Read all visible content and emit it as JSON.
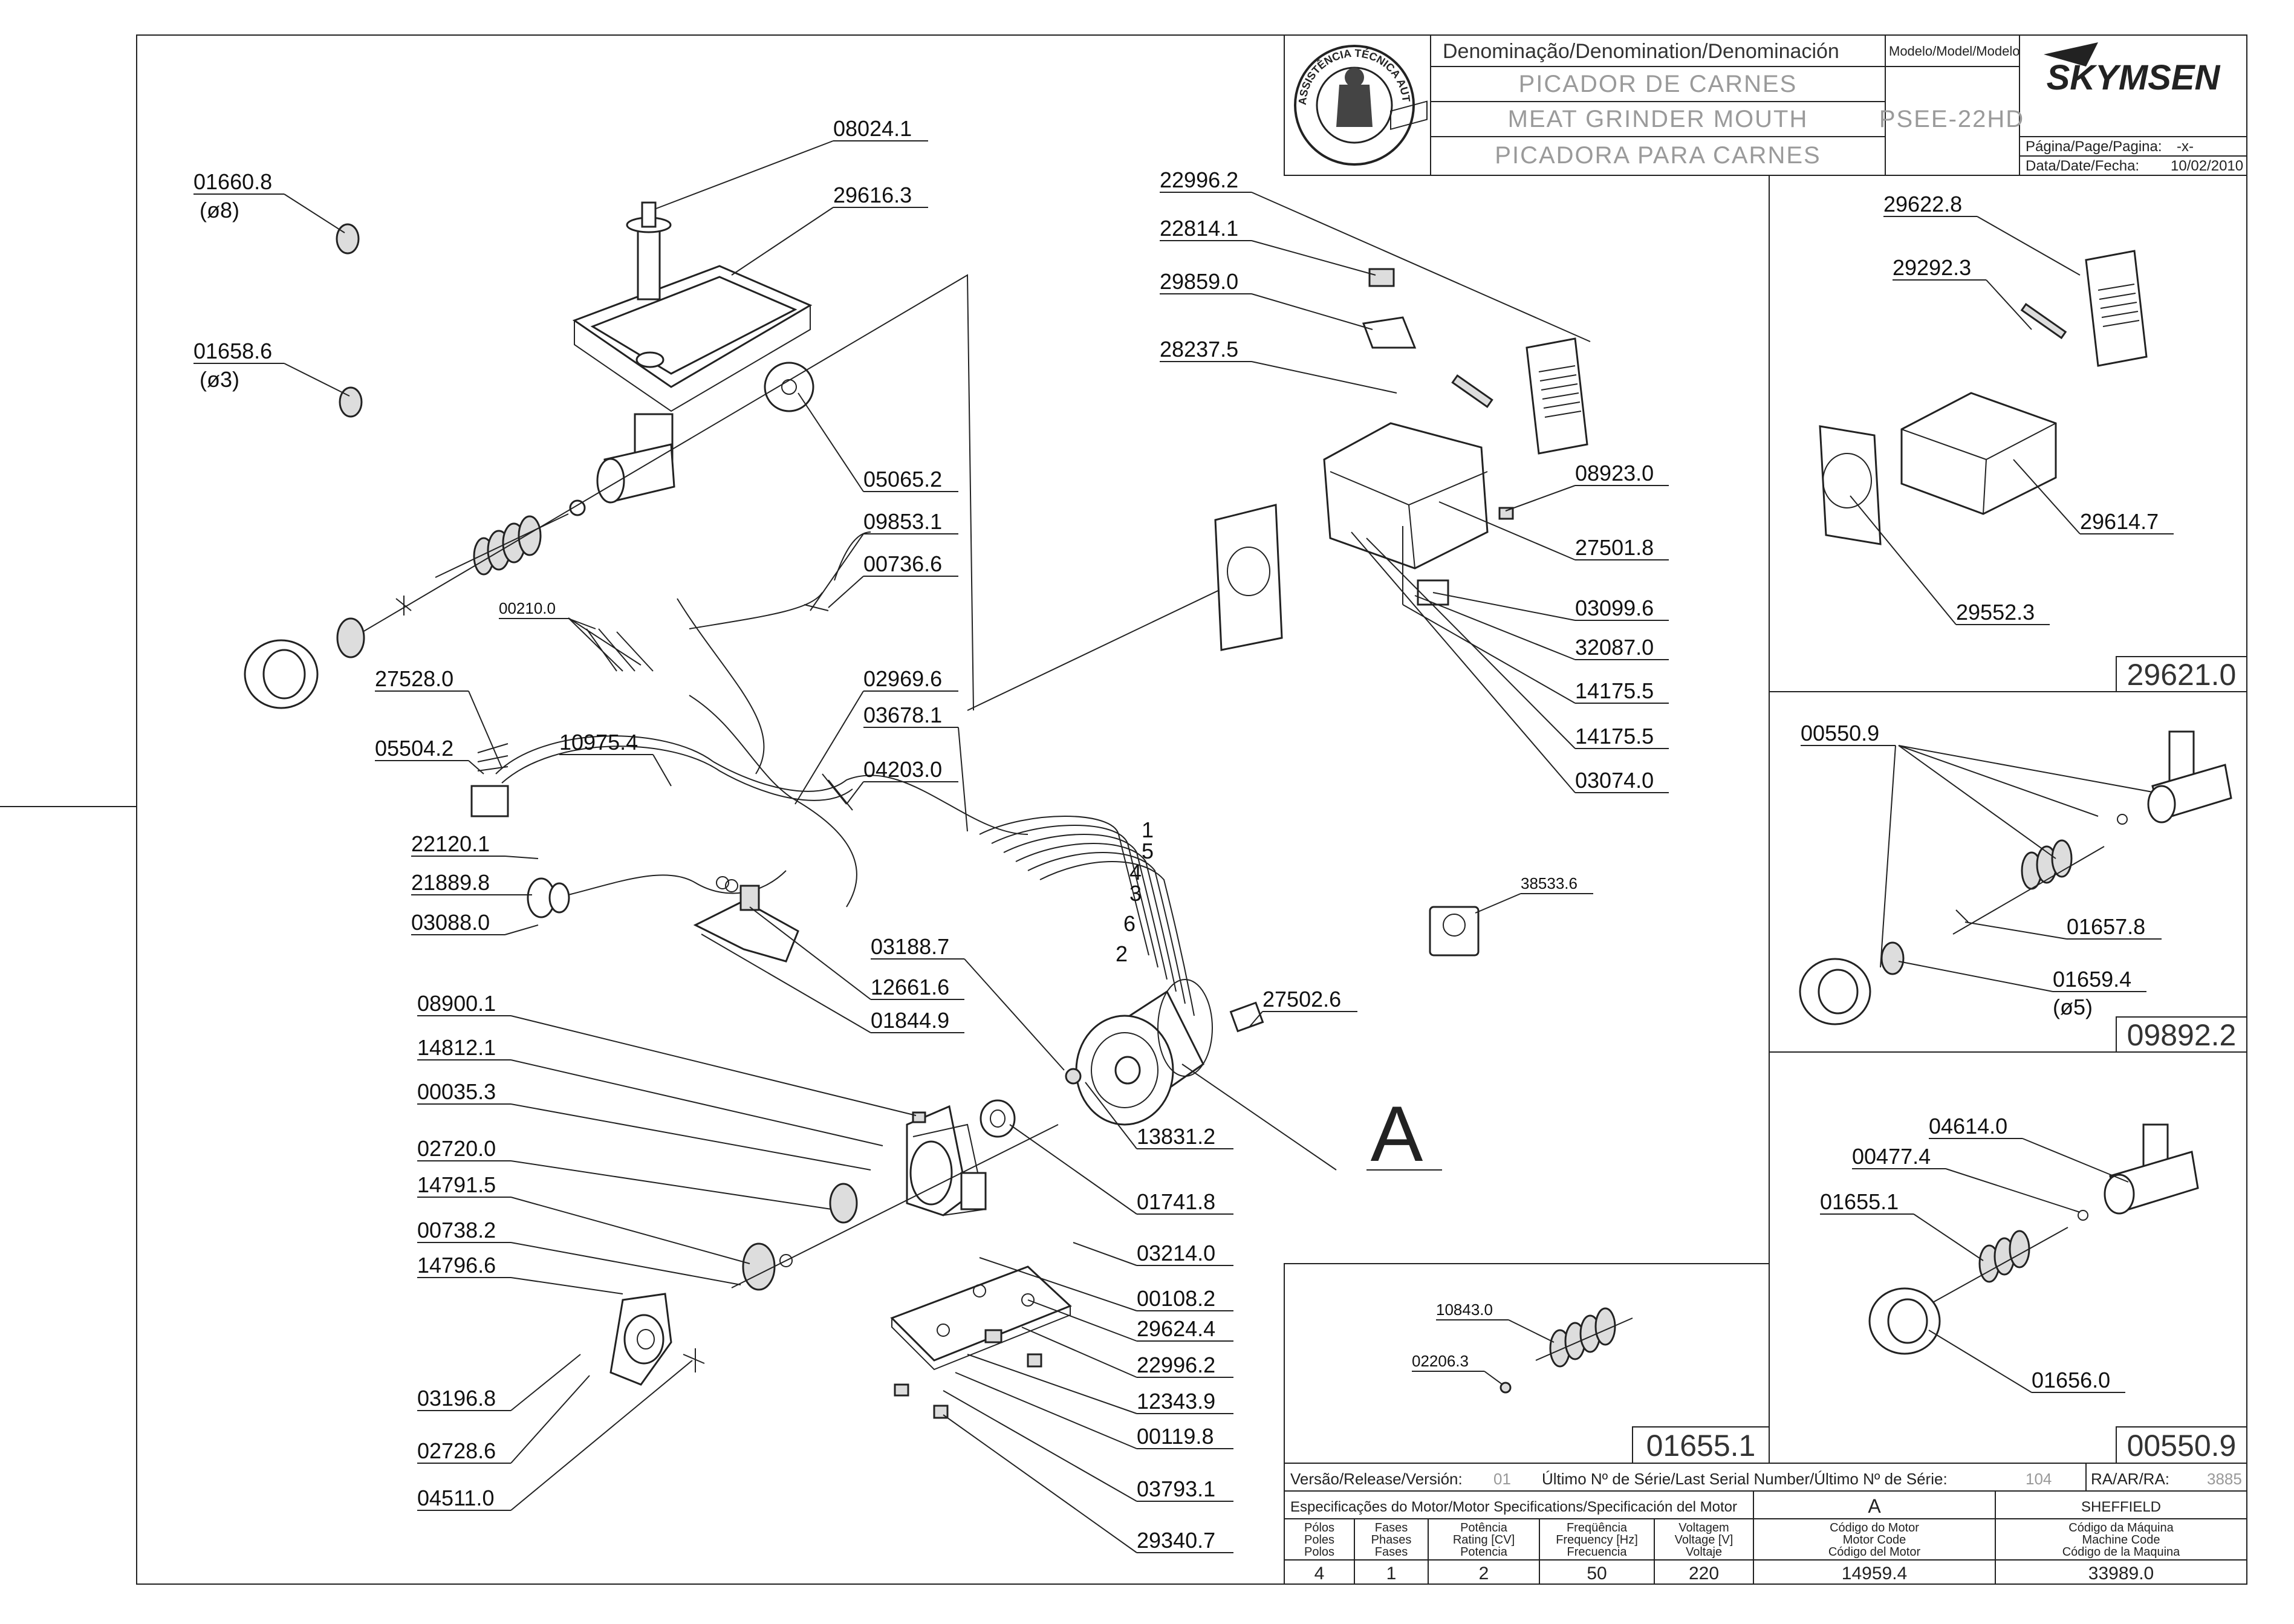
{
  "header": {
    "denomination_label": "Denominação/Denomination/Denominación",
    "name_pt": "PICADOR DE CARNES",
    "name_en": "MEAT GRINDER MOUTH",
    "name_es": "PICADORA PARA CARNES",
    "model_label": "Modelo/Model/Modelo",
    "model": "PSEE-22HD",
    "brand": "SKYMSEN",
    "page_label": "Página/Page/Pagina:",
    "page_value": "-x-",
    "date_label": "Data/Date/Fecha:",
    "date_value": "10/02/2010",
    "seal_text": "ASSISTÊNCIA TÉCNICA AUTORIZADA"
  },
  "main_labels": [
    {
      "id": "08024.1",
      "text": "08024.1"
    },
    {
      "id": "29616.3",
      "text": "29616.3"
    },
    {
      "id": "01660.8",
      "text": "01660.8"
    },
    {
      "id": "01660.8-d",
      "text": "(ø8)"
    },
    {
      "id": "01658.6",
      "text": "01658.6"
    },
    {
      "id": "01658.6-d",
      "text": "(ø3)"
    },
    {
      "id": "05065.2",
      "text": "05065.2"
    },
    {
      "id": "09853.1",
      "text": "09853.1"
    },
    {
      "id": "00736.6",
      "text": "00736.6"
    },
    {
      "id": "00210.0",
      "text": "00210.0"
    },
    {
      "id": "27528.0",
      "text": "27528.0"
    },
    {
      "id": "10975.4",
      "text": "10975.4"
    },
    {
      "id": "05504.2",
      "text": "05504.2"
    },
    {
      "id": "02969.6",
      "text": "02969.6"
    },
    {
      "id": "03678.1",
      "text": "03678.1"
    },
    {
      "id": "04203.0",
      "text": "04203.0"
    },
    {
      "id": "22120.1",
      "text": "22120.1"
    },
    {
      "id": "21889.8",
      "text": "21889.8"
    },
    {
      "id": "03088.0",
      "text": "03088.0"
    },
    {
      "id": "03188.7",
      "text": "03188.7"
    },
    {
      "id": "12661.6",
      "text": "12661.6"
    },
    {
      "id": "01844.9",
      "text": "01844.9"
    },
    {
      "id": "27502.6",
      "text": "27502.6"
    },
    {
      "id": "08900.1",
      "text": "08900.1"
    },
    {
      "id": "14812.1",
      "text": "14812.1"
    },
    {
      "id": "00035.3",
      "text": "00035.3"
    },
    {
      "id": "02720.0",
      "text": "02720.0"
    },
    {
      "id": "14791.5",
      "text": "14791.5"
    },
    {
      "id": "00738.2",
      "text": "00738.2"
    },
    {
      "id": "14796.6",
      "text": "14796.6"
    },
    {
      "id": "03196.8",
      "text": "03196.8"
    },
    {
      "id": "02728.6",
      "text": "02728.6"
    },
    {
      "id": "04511.0",
      "text": "04511.0"
    },
    {
      "id": "13831.2",
      "text": "13831.2"
    },
    {
      "id": "01741.8",
      "text": "01741.8"
    },
    {
      "id": "03214.0",
      "text": "03214.0"
    },
    {
      "id": "00108.2",
      "text": "00108.2"
    },
    {
      "id": "29624.4",
      "text": "29624.4"
    },
    {
      "id": "22996.2b",
      "text": "22996.2"
    },
    {
      "id": "12343.9",
      "text": "12343.9"
    },
    {
      "id": "00119.8",
      "text": "00119.8"
    },
    {
      "id": "03793.1",
      "text": "03793.1"
    },
    {
      "id": "29340.7",
      "text": "29340.7"
    },
    {
      "id": "22996.2",
      "text": "22996.2"
    },
    {
      "id": "22814.1",
      "text": "22814.1"
    },
    {
      "id": "29859.0",
      "text": "29859.0"
    },
    {
      "id": "28237.5",
      "text": "28237.5"
    },
    {
      "id": "08923.0",
      "text": "08923.0"
    },
    {
      "id": "27501.8",
      "text": "27501.8"
    },
    {
      "id": "03099.6",
      "text": "03099.6"
    },
    {
      "id": "32087.0",
      "text": "32087.0"
    },
    {
      "id": "14175.5a",
      "text": "14175.5"
    },
    {
      "id": "14175.5b",
      "text": "14175.5"
    },
    {
      "id": "03074.0",
      "text": "03074.0"
    },
    {
      "id": "38533.6",
      "text": "38533.6"
    }
  ],
  "wire_numbers": [
    "1",
    "5",
    "4",
    "3",
    "6",
    "2"
  ],
  "motor_ref": "A",
  "panel_29621": {
    "code": "29621.0",
    "labels": [
      "29622.8",
      "29292.3",
      "29614.7",
      "29552.3"
    ]
  },
  "panel_09892": {
    "code": "09892.2",
    "labels": [
      "00550.9",
      "01657.8",
      "01659.4",
      "(ø5)"
    ]
  },
  "panel_01655": {
    "code": "01655.1",
    "labels": [
      "10843.0",
      "02206.3"
    ]
  },
  "panel_00550": {
    "code": "00550.9",
    "labels": [
      "04614.0",
      "00477.4",
      "01655.1",
      "01656.0"
    ]
  },
  "release_row": {
    "version_label": "Versão/Release/Versión:",
    "version_value": "01",
    "serial_label": "Último Nº de Série/Last Serial Number/Último Nº de Série:",
    "serial_value": "104",
    "ra_label": "RA/AR/RA:",
    "ra_value": "3885"
  },
  "motor_specs": {
    "title": "Especificações do Motor/Motor Specifications/Specificación del Motor",
    "motor_letter": "A",
    "machine": "SHEFFIELD",
    "columns": [
      {
        "h1": "Pólos",
        "h2": "Poles",
        "h3": "Polos",
        "value": "4"
      },
      {
        "h1": "Fases",
        "h2": "Phases",
        "h3": "Fases",
        "value": "1"
      },
      {
        "h1": "Potência",
        "h2": "Rating [CV]",
        "h3": "Potencia",
        "value": "2"
      },
      {
        "h1": "Freqüência",
        "h2": "Frequency [Hz]",
        "h3": "Frecuencia",
        "value": "50"
      },
      {
        "h1": "Voltagem",
        "h2": "Voltage [V]",
        "h3": "Voltaje",
        "value": "220"
      },
      {
        "h1": "Código do Motor",
        "h2": "Motor Code",
        "h3": "Código del Motor",
        "value": "14959.4"
      },
      {
        "h1": "Código da Máquina",
        "h2": "Machine Code",
        "h3": "Código de la Maquina",
        "value": "33989.0"
      }
    ]
  }
}
